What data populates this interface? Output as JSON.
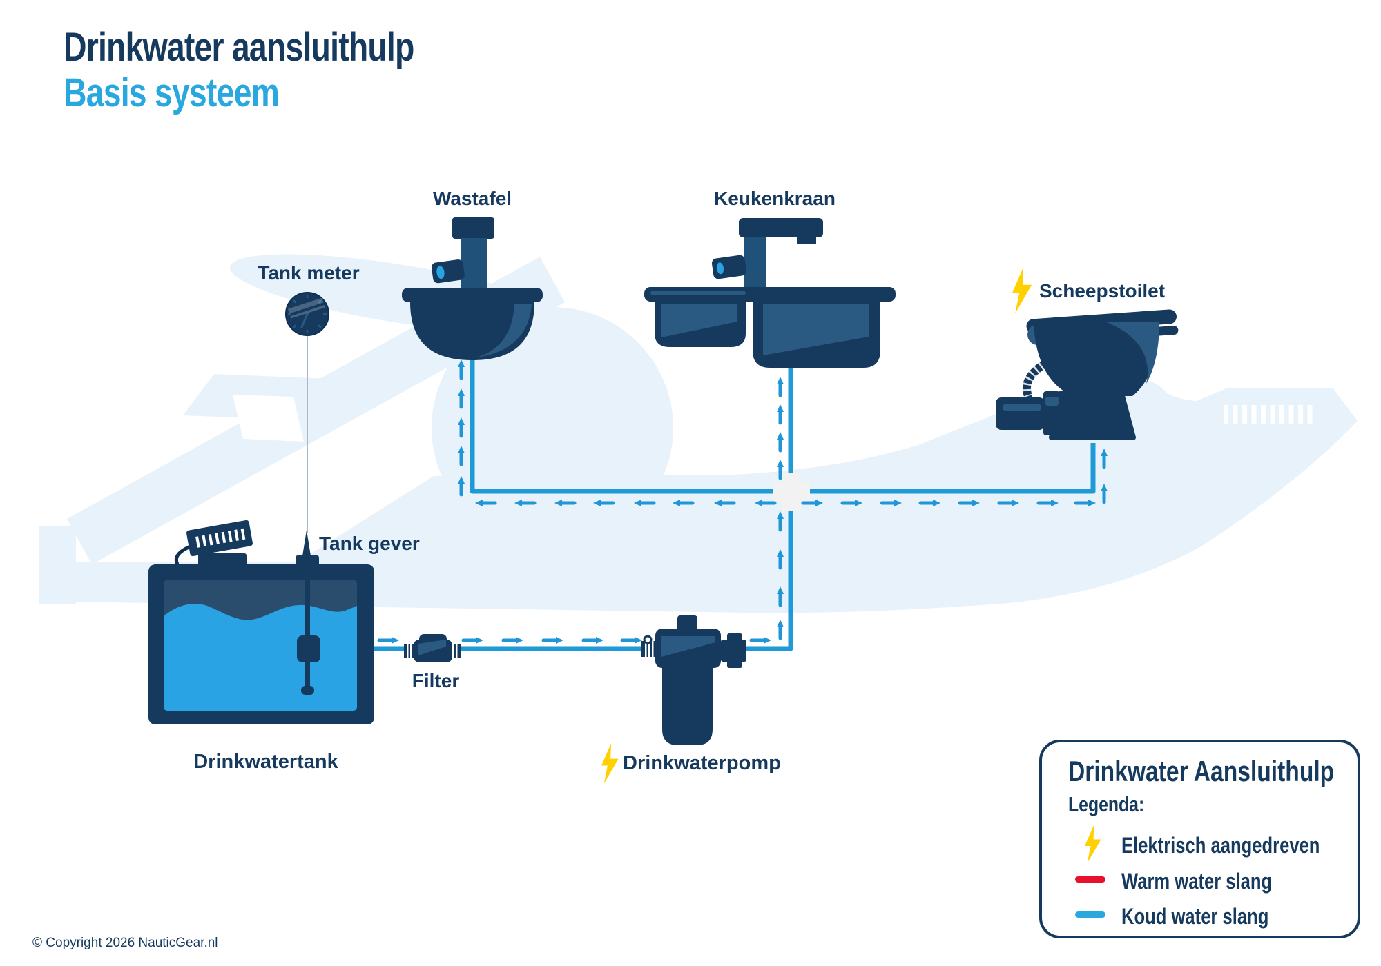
{
  "header": {
    "title": "Drinkwater aansluithulp",
    "subtitle": "Basis systeem"
  },
  "labels": {
    "tank_meter": "Tank meter",
    "wastafel": "Wastafel",
    "keukenkraan": "Keukenkraan",
    "scheepstoilet": "Scheepstoilet",
    "tank_gever": "Tank gever",
    "drinkwatertank": "Drinkwatertank",
    "filter": "Filter",
    "drinkwaterpomp": "Drinkwaterpomp"
  },
  "legend": {
    "title": "Drinkwater Aansluithulp",
    "heading": "Legenda:",
    "items": [
      {
        "icon": "lightning-bolt-icon",
        "color": "#ffd100",
        "label": "Elektrisch aangedreven"
      },
      {
        "icon": "warm-water-line",
        "color": "#e8112d",
        "label": "Warm water slang"
      },
      {
        "icon": "koud-water-line",
        "color": "#29a8e0",
        "label": "Koud water slang"
      }
    ]
  },
  "footer": {
    "copyright": "© Copyright 2026 NauticGear.nl"
  },
  "colors": {
    "navy": "#16395e",
    "navy_medium": "#2a5a82",
    "accent_blue": "#29a8e0",
    "pipe_blue": "#1f9ad7",
    "water_blue": "#29a3e3",
    "tank_inner": "#2b4d6d",
    "silhouette": "#e7f2fa",
    "warm_red": "#e8112d",
    "bolt_yellow": "#ffd100"
  }
}
